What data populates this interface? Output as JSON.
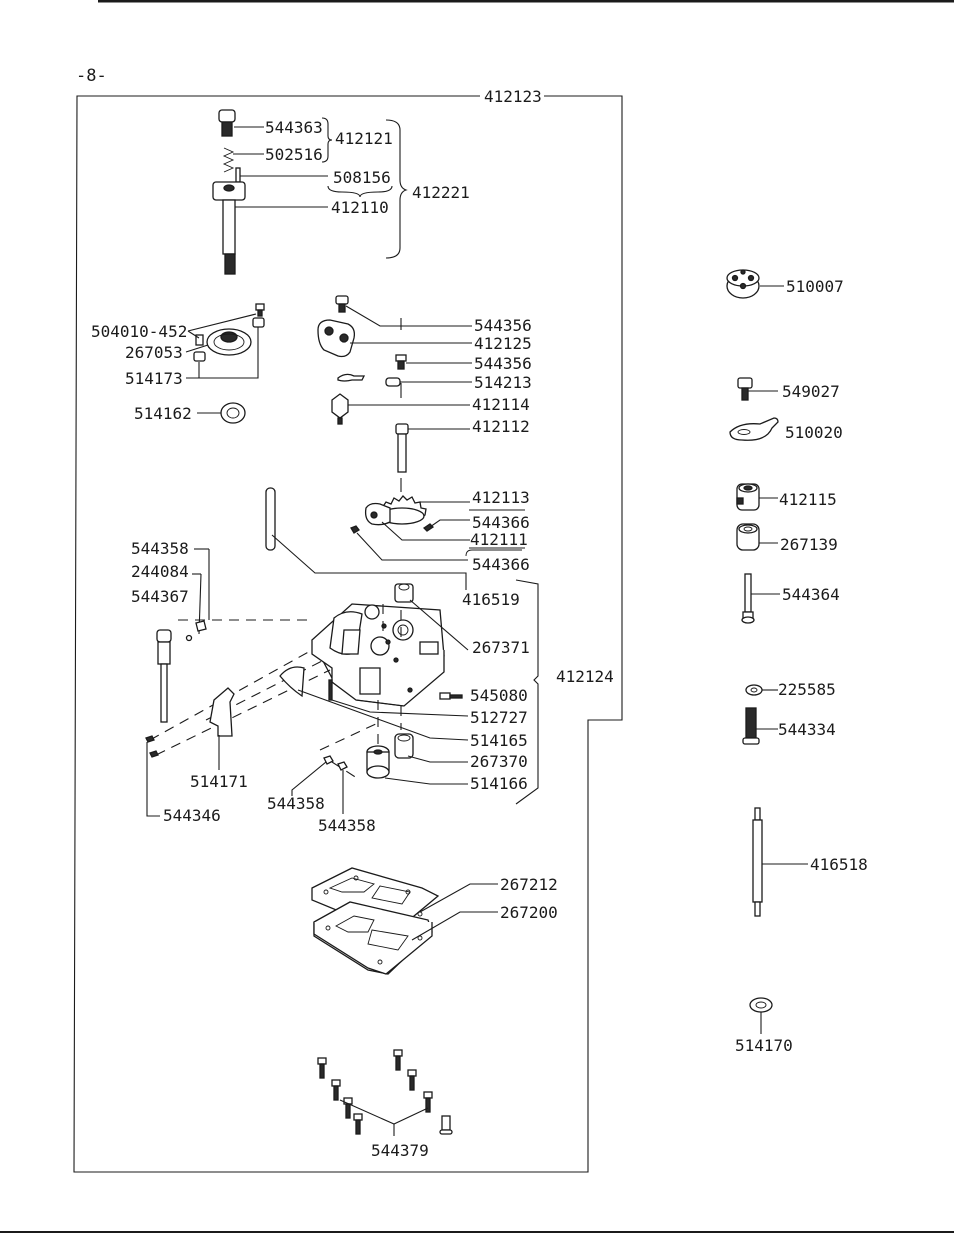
{
  "page_number": "-8-",
  "frame_label": "412123",
  "labels": {
    "l544363": "544363",
    "l502516": "502516",
    "l412121": "412121",
    "l508156": "508156",
    "l412110": "412110",
    "l412221": "412221",
    "l504010_452": "504010-452",
    "l267053": "267053",
    "l514173": "514173",
    "l514162": "514162",
    "l544356a": "544356",
    "l412125": "412125",
    "l544356b": "544356",
    "l514213": "514213",
    "l412114": "412114",
    "l412112": "412112",
    "l412113": "412113",
    "l544366a": "544366",
    "l412111": "412111",
    "l544366b": "544366",
    "l416519": "416519",
    "l544358a": "544358",
    "l244084": "244084",
    "l544367": "544367",
    "l267371": "267371",
    "l412124": "412124",
    "l545080": "545080",
    "l512727": "512727",
    "l514165": "514165",
    "l267370": "267370",
    "l514166": "514166",
    "l514171": "514171",
    "l544358b": "544358",
    "l544358c": "544358",
    "l544346": "544346",
    "l267212": "267212",
    "l267200": "267200",
    "l544379": "544379",
    "l510007": "510007",
    "l549027": "549027",
    "l510020": "510020",
    "l412115": "412115",
    "l267139": "267139",
    "l544364": "544364",
    "l225585": "225585",
    "l544334": "544334",
    "l416518": "416518",
    "l514170": "514170"
  }
}
